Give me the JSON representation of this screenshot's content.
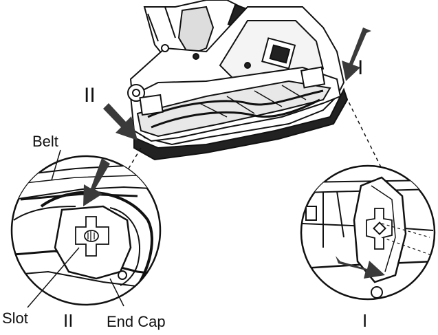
{
  "labels": {
    "belt": "Belt",
    "slot": "Slot",
    "end_cap": "End Cap",
    "marker_top_right": "I",
    "marker_top_left": "II",
    "marker_bottom_left": "II",
    "marker_bottom_right": "I"
  },
  "colors": {
    "ink": "#111111",
    "arrow": "#3a3a3a",
    "background": "#ffffff"
  }
}
